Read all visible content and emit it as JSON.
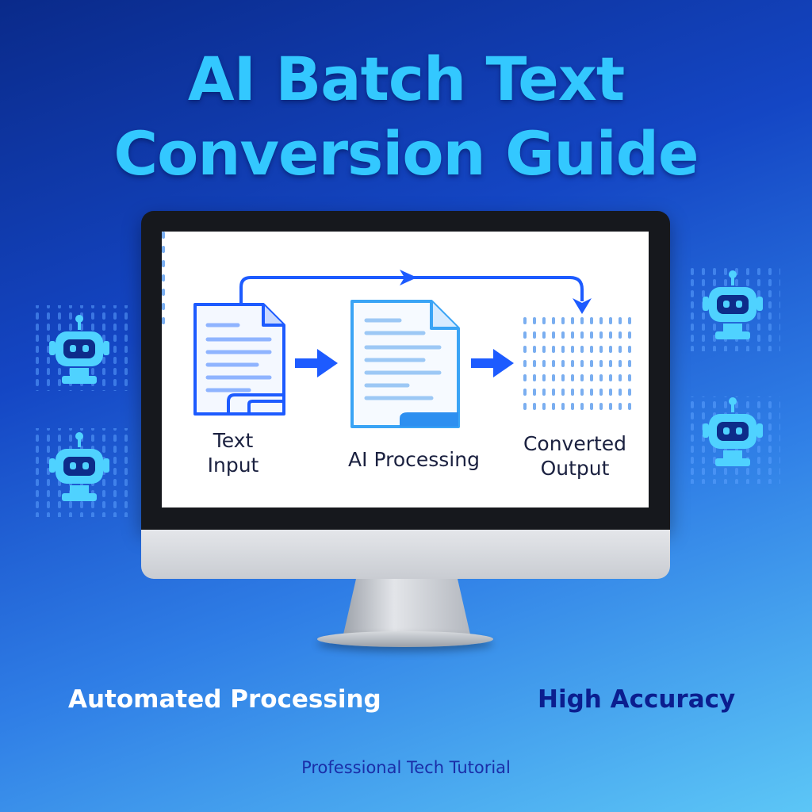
{
  "title": {
    "line1": "AI Batch Text",
    "line2": "Conversion Guide"
  },
  "workflow": {
    "steps": [
      {
        "label_line1": "Text",
        "label_line2": "Input",
        "icon": "document-icon"
      },
      {
        "label_line1": "AI Processing",
        "label_line2": "",
        "icon": "document-icon"
      },
      {
        "label_line1": "Converted",
        "label_line2": "Output",
        "icon": "binary-data-icon"
      }
    ]
  },
  "features": {
    "left": "Automated Processing",
    "right": "High Accuracy"
  },
  "footer": "Professional Tech Tutorial",
  "decorations": {
    "robot_icon": "robot-icon",
    "binary_pattern": "binary-pattern"
  },
  "colors": {
    "title": "#33c8ff",
    "accent_blue": "#1d5bff",
    "robot": "#4fd2ff",
    "feature_right": "#0b1e8f"
  }
}
